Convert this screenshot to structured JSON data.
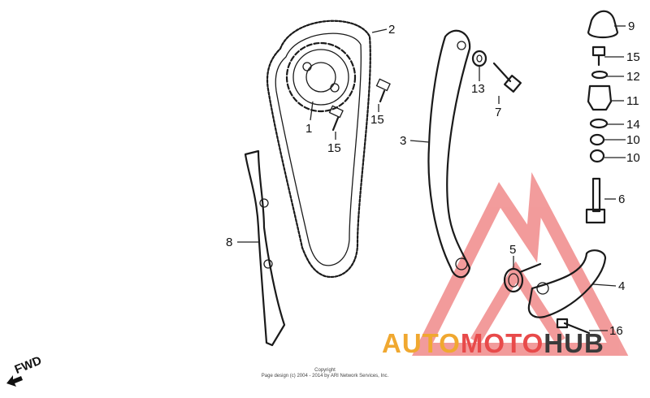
{
  "callouts": [
    {
      "id": "1",
      "label": "1"
    },
    {
      "id": "2",
      "label": "2"
    },
    {
      "id": "3",
      "label": "3"
    },
    {
      "id": "4",
      "label": "4"
    },
    {
      "id": "5",
      "label": "5"
    },
    {
      "id": "6",
      "label": "6"
    },
    {
      "id": "7",
      "label": "7"
    },
    {
      "id": "8",
      "label": "8"
    },
    {
      "id": "9",
      "label": "9"
    },
    {
      "id": "10a",
      "label": "10"
    },
    {
      "id": "10b",
      "label": "10"
    },
    {
      "id": "11",
      "label": "11"
    },
    {
      "id": "12",
      "label": "12"
    },
    {
      "id": "13",
      "label": "13"
    },
    {
      "id": "14",
      "label": "14"
    },
    {
      "id": "15a",
      "label": "15"
    },
    {
      "id": "15b",
      "label": "15"
    },
    {
      "id": "15c",
      "label": "15"
    },
    {
      "id": "16",
      "label": "16"
    }
  ],
  "copyright": {
    "line1": "Copyright",
    "line2": "Page design (c) 2004 - 2014 by ARI Network Services, Inc."
  },
  "direction_marker": "FWD",
  "watermark": {
    "part1": "AUTO",
    "part2": "MOTO",
    "part3": "HUB",
    "colors": {
      "auto": "#f0a830",
      "moto": "#e84a4a",
      "hub": "#3a3a3a",
      "triangle": "#e84a4a"
    }
  }
}
